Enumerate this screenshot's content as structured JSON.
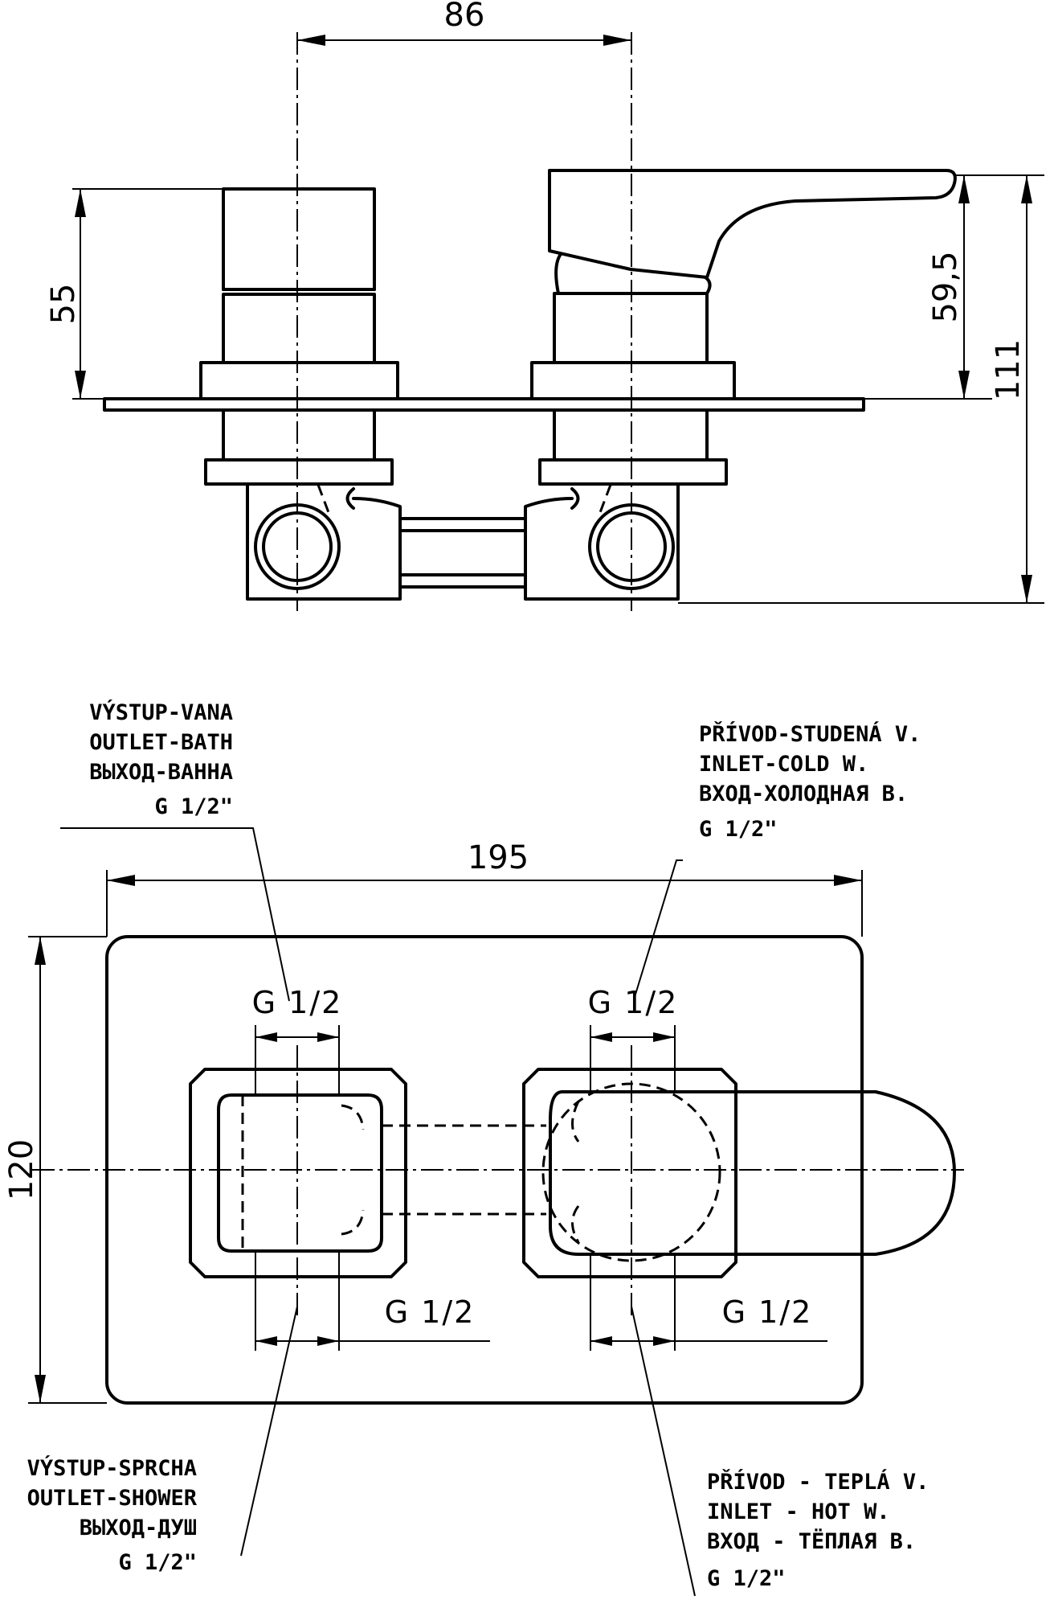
{
  "dimensions": {
    "top_width": "86",
    "height_left": "55",
    "height_right": "59,5",
    "height_total": "111",
    "plate_width": "195",
    "plate_height": "120"
  },
  "threads": {
    "top_left": "G 1/2",
    "top_right": "G 1/2",
    "bottom_left": "G 1/2",
    "bottom_right": "G 1/2"
  },
  "callouts": {
    "outlet_bath": [
      "VÝSTUP-VANA",
      "OUTLET-BATH",
      "ВЫХОД-ВАННА",
      "G 1/2\""
    ],
    "inlet_cold": [
      "PŘÍVOD-STUDENÁ V.",
      "INLET-COLD W.",
      "ВХОД-ХОЛОДНАЯ В.",
      "G 1/2\""
    ],
    "outlet_shower": [
      "VÝSTUP-SPRCHA",
      "OUTLET-SHOWER",
      "ВЫХОД-ДУШ",
      "G 1/2\""
    ],
    "inlet_hot": [
      "PŘÍVOD - TEPLÁ V.",
      "INLET - HOT W.",
      "ВХОД - ТЁПЛАЯ В.",
      "G 1/2\""
    ]
  }
}
